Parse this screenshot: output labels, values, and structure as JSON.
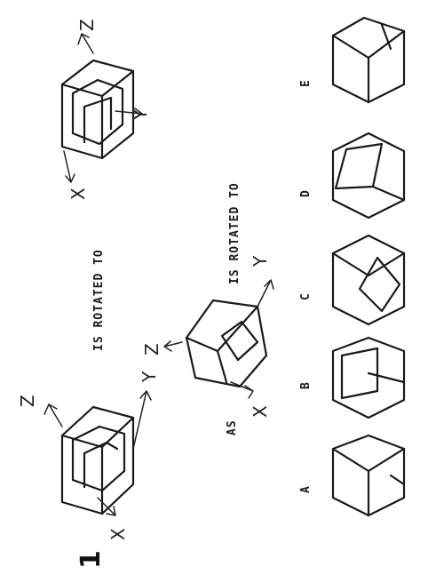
{
  "problem": {
    "number": "1",
    "phrase_1": "IS ROTATED TO",
    "phrase_2": "IS ROTATED TO",
    "as_label": "AS"
  },
  "axes": {
    "x": "X",
    "y": "Y",
    "z": "Z"
  },
  "options": [
    {
      "letter": "A"
    },
    {
      "letter": "B"
    },
    {
      "letter": "C"
    },
    {
      "letter": "D"
    },
    {
      "letter": "E"
    }
  ]
}
